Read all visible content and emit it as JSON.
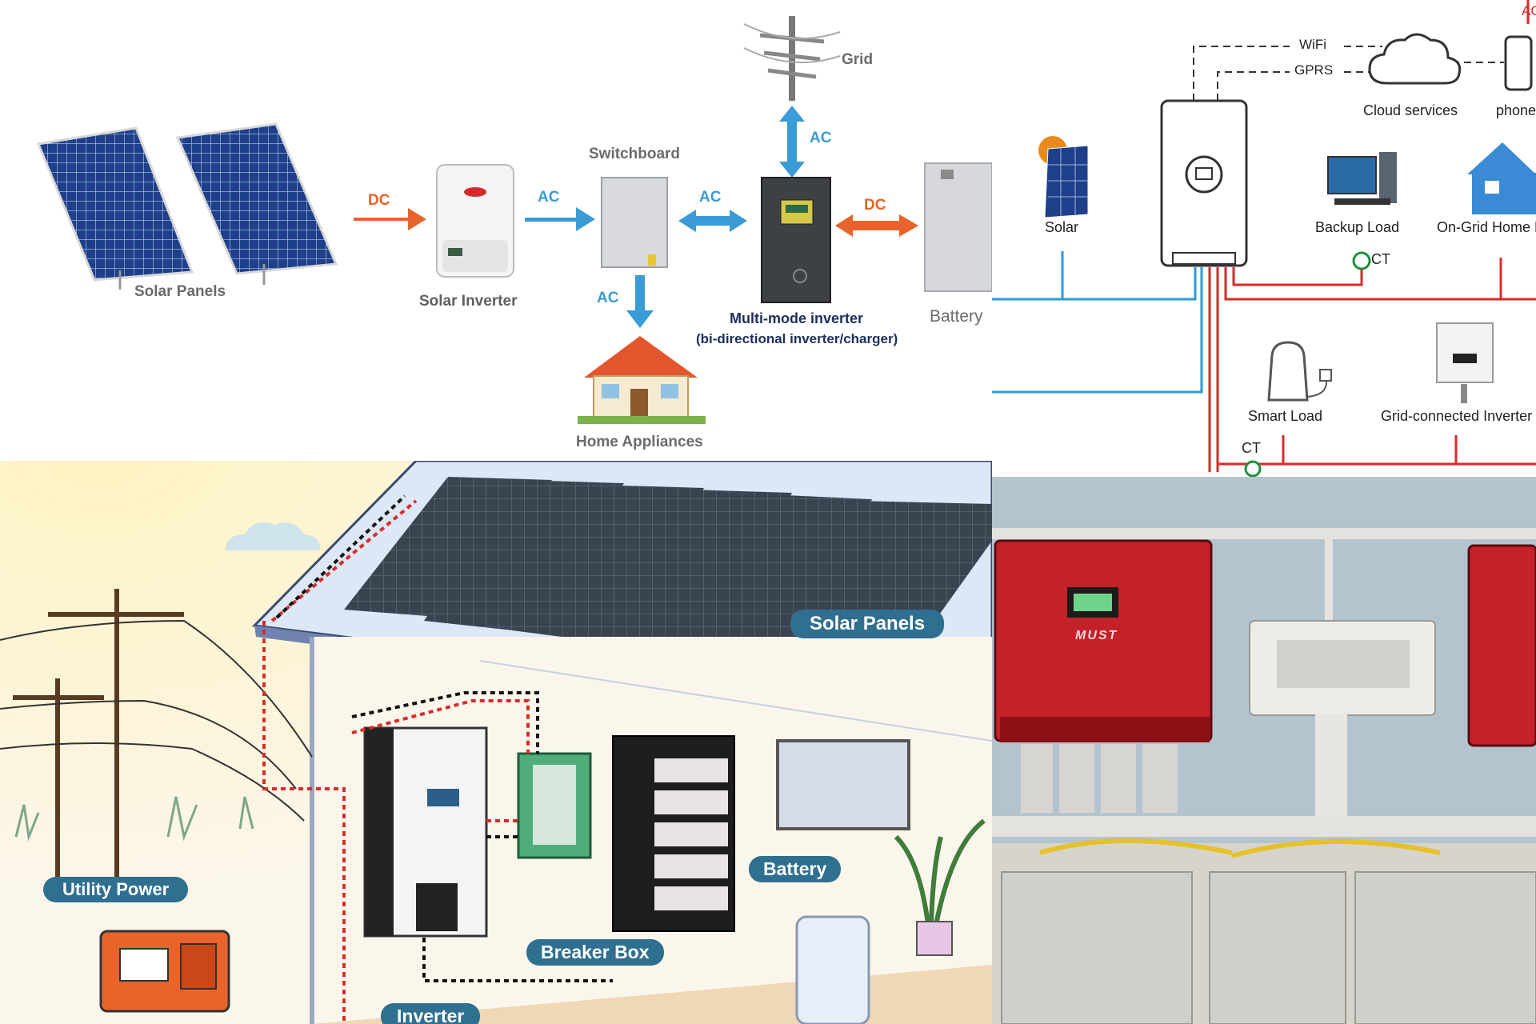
{
  "top_left": {
    "solar_panels": "Solar Panels",
    "dc1": "DC",
    "solar_inverter": "Solar  Inverter",
    "ac1": "AC",
    "switchboard": "Switchboard",
    "ac2": "AC",
    "ac_down": "AC",
    "home_appliances": "Home Appliances",
    "grid": "Grid",
    "ac_grid": "AC",
    "multimode_inverter": "Multi-mode inverter",
    "multimode_sub": "(bi-directional inverter/charger)",
    "dc2": "DC",
    "battery": "Battery"
  },
  "top_right": {
    "wifi": "WiFi",
    "gprs": "GPRS",
    "cloud": "Cloud services",
    "phone": "phone",
    "corner": "AC",
    "solar": "Solar",
    "backup_load": "Backup Load",
    "ct1": "CT",
    "ongrid_home": "On-Grid Home L",
    "smart_load": "Smart Load",
    "grid_inverter": "Grid-connected Inverter",
    "ct2": "CT"
  },
  "bottom_left": {
    "solar_panels": "Solar Panels",
    "utility_power": "Utility Power",
    "battery": "Battery",
    "breaker_box": "Breaker Box",
    "inverter": "Inverter"
  },
  "bottom_right": {
    "brand": "MUST"
  },
  "colors": {
    "tag_blue": "#2f6f8f",
    "arrow_orange": "#e8642c",
    "arrow_blue": "#3a9bd6",
    "red_wire": "#d92b2b",
    "blue_wire": "#2a9ad8",
    "photo_wall": "#b9c8d2",
    "inverter_red": "#c4212a"
  }
}
